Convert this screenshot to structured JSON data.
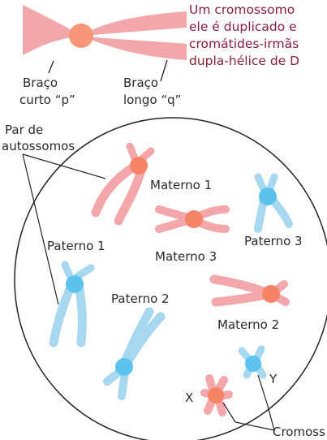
{
  "colors": {
    "maternal": "#f4a7aa",
    "paternal": "#a8d8f0",
    "maternal_centromere": "#f58466",
    "paternal_centromere": "#5bc3ee",
    "top_centromere": "#f79577",
    "intro_text": "#8a1f3a",
    "line": "#222222"
  },
  "intro_lines": [
    "Um cromossomo",
    "ele é duplicado e",
    "cromátides-irmãs",
    "dupla-hélice de D"
  ],
  "arm_labels": {
    "short_line1": "Braço",
    "short_line2": "curto “p”",
    "long_line1": "Braço",
    "long_line2": "longo “q”"
  },
  "autosome_pair": {
    "line1": "Par de",
    "line2": "autossomos"
  },
  "chromosome_labels": {
    "materno1": "Materno 1",
    "materno2": "Materno 2",
    "materno3": "Materno 3",
    "paterno1": "Paterno 1",
    "paterno2": "Paterno 2",
    "paterno3": "Paterno 3",
    "x": "X",
    "y": "Y"
  },
  "sex_chromosomes_label": "Cromoss"
}
